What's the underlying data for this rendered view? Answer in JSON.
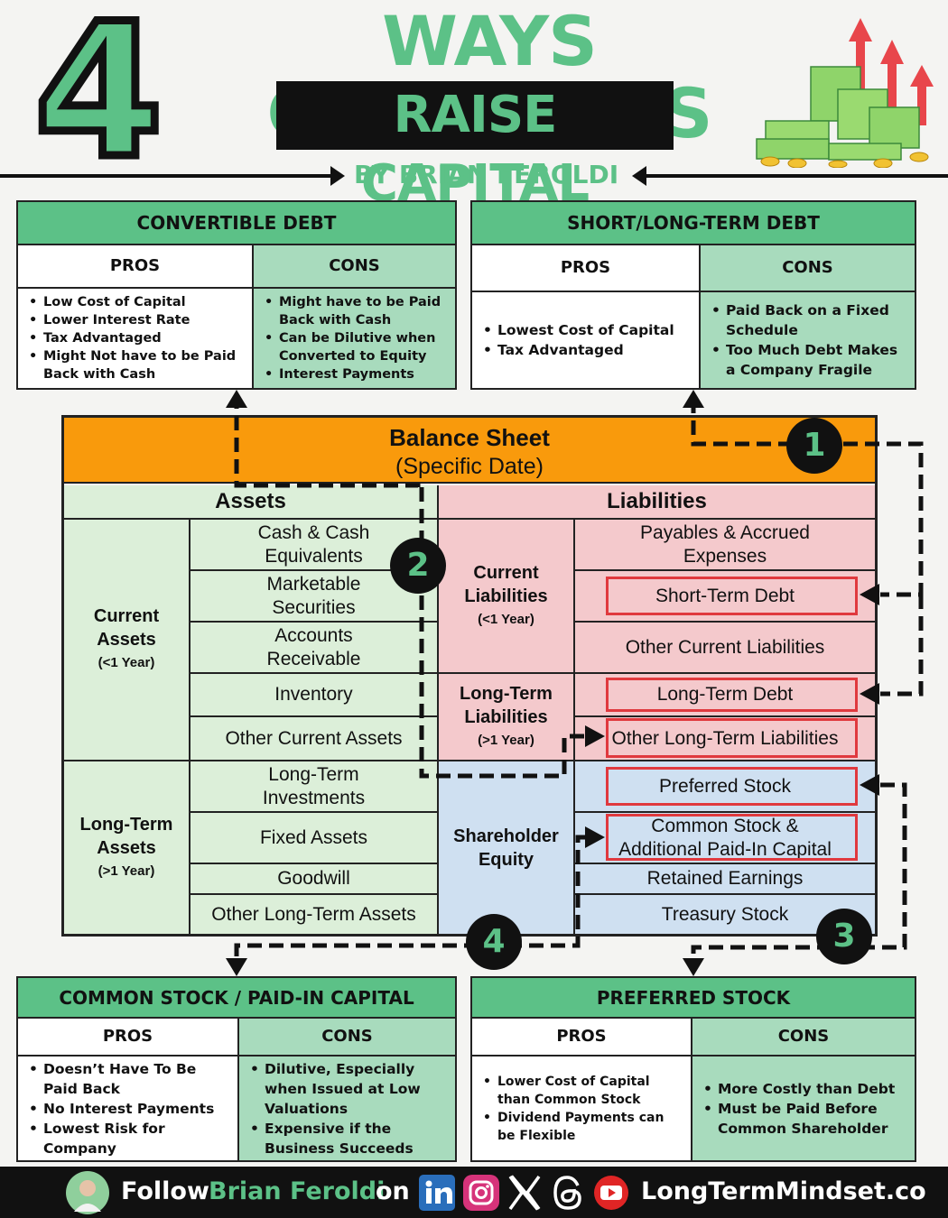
{
  "header": {
    "big_number": "4",
    "title_line1": "WAYS COMPANIES",
    "title_line2": "RAISE CAPITAL",
    "byline": "BY BRIAN FEROLDI"
  },
  "cards": {
    "convertible_debt": {
      "title": "CONVERTIBLE DEBT",
      "pros_label": "PROS",
      "cons_label": "CONS",
      "pros": [
        "Low Cost of Capital",
        "Lower Interest Rate",
        "Tax Advantaged",
        "Might Not have to be Paid Back with Cash"
      ],
      "cons": [
        "Might have to be Paid Back with Cash",
        "Can be Dilutive when Converted to Equity",
        "Interest Payments"
      ]
    },
    "debt": {
      "title": "SHORT/LONG-TERM DEBT",
      "pros_label": "PROS",
      "cons_label": "CONS",
      "pros": [
        "Lowest Cost of Capital",
        "Tax Advantaged"
      ],
      "cons": [
        "Paid Back on a Fixed Schedule",
        "Too Much Debt Makes a Company Fragile"
      ]
    },
    "common_stock": {
      "title": "COMMON STOCK / PAID-IN CAPITAL",
      "pros_label": "PROS",
      "cons_label": "CONS",
      "pros": [
        "Doesn’t Have To Be Paid Back",
        "No Interest Payments",
        "Lowest Risk for Company"
      ],
      "cons": [
        "Dilutive, Especially when Issued at Low Valuations",
        "Expensive if the Business Succeeds"
      ]
    },
    "preferred_stock": {
      "title": "PREFERRED STOCK",
      "pros_label": "PROS",
      "cons_label": "CONS",
      "pros": [
        "Lower Cost of Capital than Common Stock",
        "Dividend Payments can be Flexible"
      ],
      "cons": [
        "More Costly than Debt",
        "Must be Paid Before Common Shareholder"
      ]
    }
  },
  "balance_sheet": {
    "title": "Balance Sheet",
    "subtitle": "(Specific Date)",
    "assets_label": "Assets",
    "liabilities_label": "Liabilities",
    "current_assets": "Current Assets",
    "current_assets_sub": "(<1 Year)",
    "long_term_assets": "Long-Term Assets",
    "long_term_assets_sub": "(>1 Year)",
    "current_liabilities": "Current Liabilities",
    "current_liabilities_sub": "(<1 Year)",
    "long_term_liabilities": "Long-Term Liabilities",
    "long_term_liabilities_sub": "(>1 Year)",
    "shareholder_equity": "Shareholder Equity",
    "asset_items": [
      "Cash & Cash Equivalents",
      "Marketable Securities",
      "Accounts Receivable",
      "Inventory",
      "Other Current Assets",
      "Long-Term Investments",
      "Fixed Assets",
      "Goodwill",
      "Other Long-Term Assets"
    ],
    "liability_items": [
      "Payables & Accrued Expenses",
      "Short-Term Debt",
      "Other Current Liabilities",
      "Long-Term Debt",
      "Other Long-Term Liabilities",
      "Preferred Stock",
      "Common Stock & Additional Paid-In Capital",
      "Retained Earnings",
      "Treasury Stock"
    ]
  },
  "markers": [
    "1",
    "2",
    "3",
    "4"
  ],
  "footer": {
    "follow": "Follow",
    "name": "Brian Feroldi",
    "on": "on",
    "website": "LongTermMindset.co",
    "social_icons": [
      "linkedin-icon",
      "instagram-icon",
      "x-icon",
      "threads-icon",
      "youtube-icon"
    ]
  },
  "colors": {
    "accent_green": "#5cc187",
    "cons_green": "#a8dbbd",
    "balance_orange": "#f99a0c",
    "assets_green": "#dcefd9",
    "liabilities_pink": "#f4c9cc",
    "equity_blue": "#cfe0f1",
    "highlight_red": "#e0393e"
  }
}
